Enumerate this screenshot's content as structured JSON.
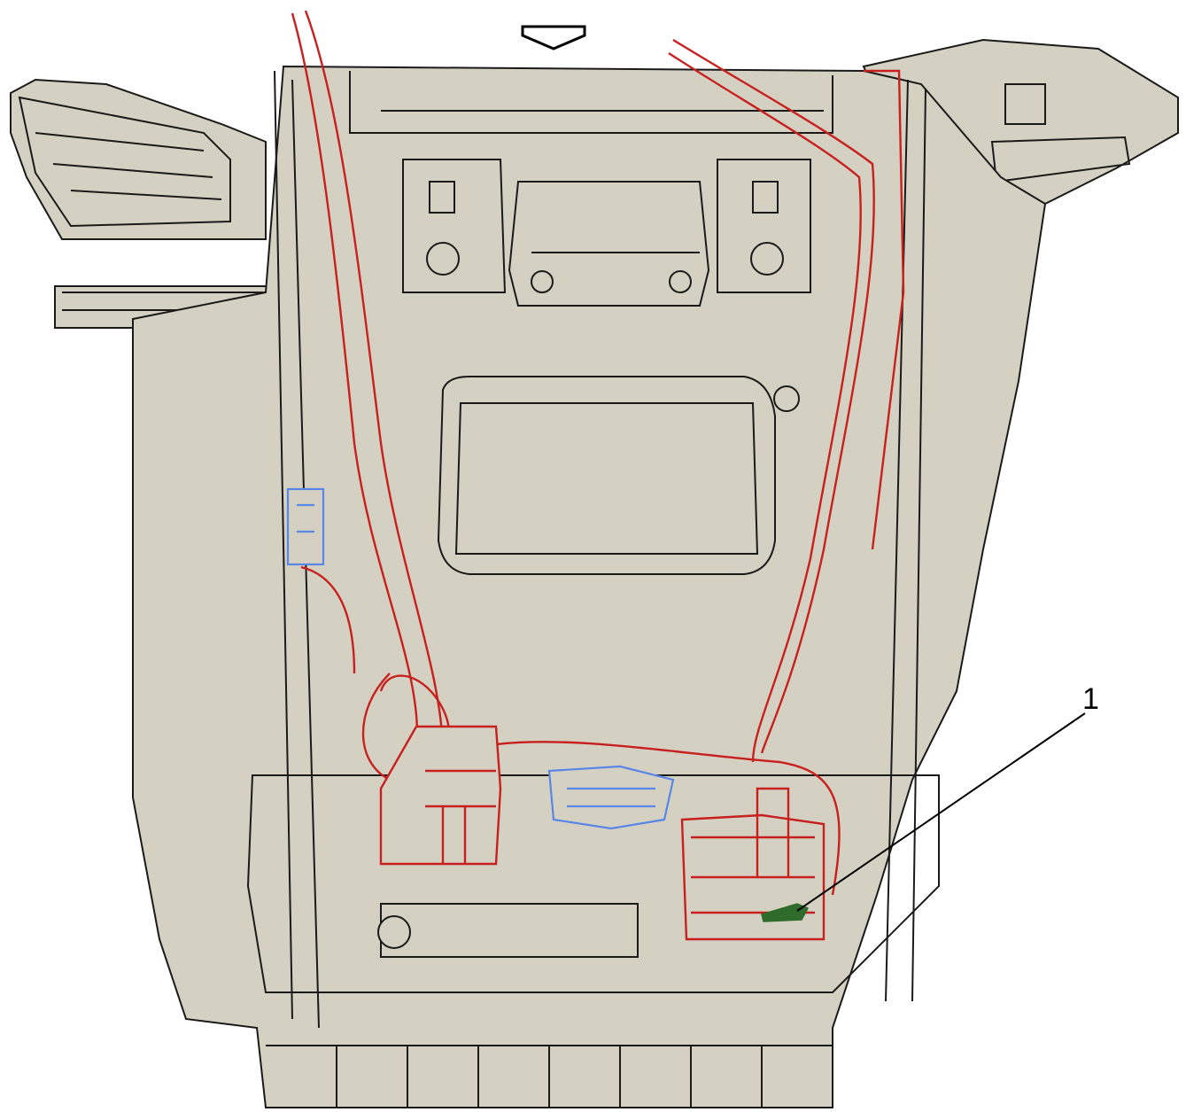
{
  "diagram": {
    "colors": {
      "body_fill": "#d4d1c2",
      "outline": "#1a1a1a",
      "harness": "#c8201e",
      "connector_blue": "#5b86e8",
      "ground_green": "#2f6b2a",
      "background": "#ffffff"
    },
    "callouts": [
      {
        "id": "1",
        "label": "1",
        "target": "ground-terminal"
      }
    ],
    "direction_arrow": "arrow-down-icon"
  }
}
